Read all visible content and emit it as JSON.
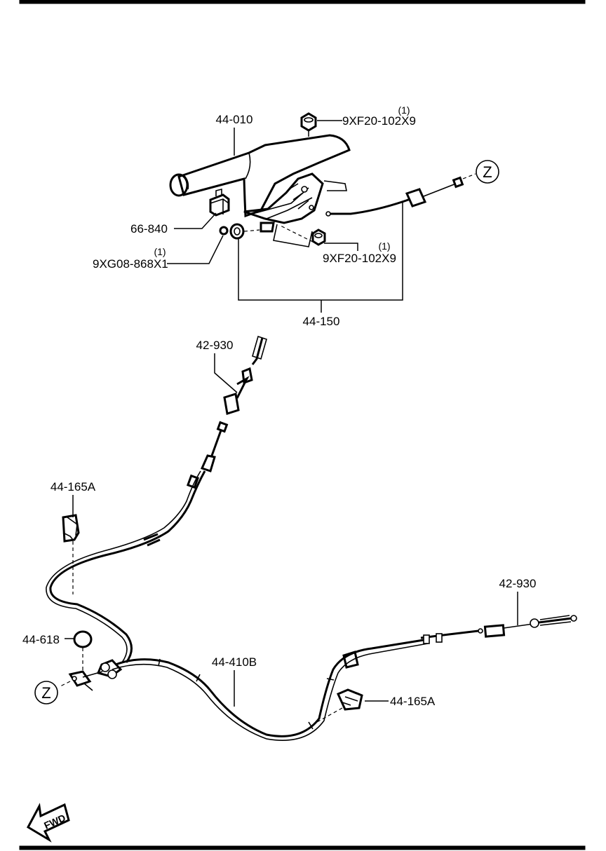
{
  "labels": {
    "lever_assembly": "44-010",
    "nut_top": "9XF20-102X9",
    "nut_top_qty": "(1)",
    "switch": "66-840",
    "washer": "9XG08-868X1",
    "washer_qty": "(1)",
    "nut_right": "9XF20-102X9",
    "nut_right_qty": "(1)",
    "front_cable": "44-150",
    "cable_end_top": "42-930",
    "clip_left": "44-165A",
    "grommet": "44-618",
    "rear_cable": "44-410B",
    "cable_end_right": "42-930",
    "clip_right": "44-165A",
    "ref_mark_top": "Z",
    "ref_mark_bottom": "Z",
    "fwd_arrow": "FWD"
  },
  "colors": {
    "ink": "#000000",
    "paper": "#ffffff"
  }
}
